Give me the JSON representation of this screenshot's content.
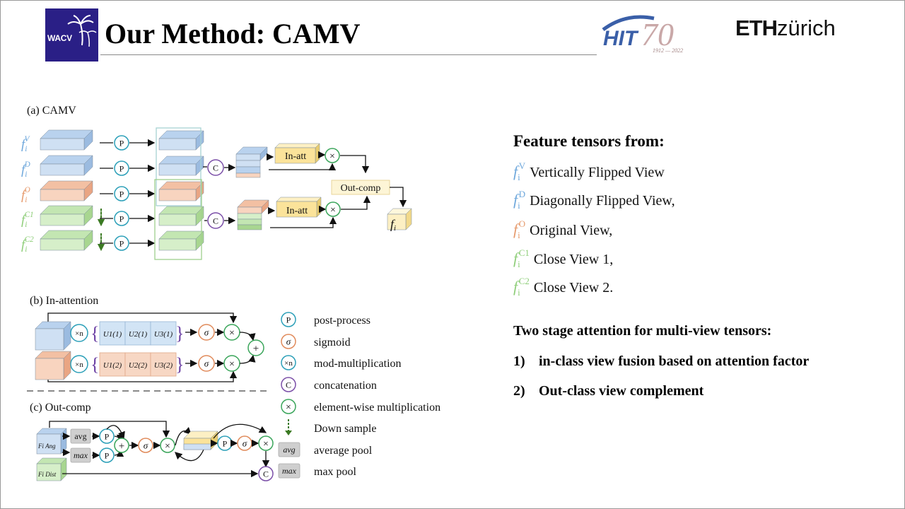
{
  "header": {
    "title": "Our Method: CAMV",
    "wacv_logo_text": "WACV",
    "hit_logo_text": "HIT",
    "hit_logo_years": "1912 — 2022",
    "eth_logo_bold": "ETH",
    "eth_logo_light": "zürich"
  },
  "diagram": {
    "section_a": "(a) CAMV",
    "section_b": "(b) In-attention",
    "section_c": "(c) Out-comp",
    "in_att_label": "In-att",
    "out_comp_label": "Out-comp",
    "output_label": "f",
    "output_sub": "i",
    "rows": [
      {
        "base": "f",
        "sub": "i",
        "sup": "V",
        "color": "#6fa8dc"
      },
      {
        "base": "f",
        "sub": "i",
        "sup": "D",
        "color": "#6fa8dc"
      },
      {
        "base": "f",
        "sub": "i",
        "sup": "O",
        "color": "#e69b6e"
      },
      {
        "base": "f",
        "sub": "i",
        "sup": "C1",
        "color": "#8fce7a"
      },
      {
        "base": "f",
        "sub": "i",
        "sup": "C2",
        "color": "#8fce7a"
      }
    ],
    "symbols": {
      "p": "P",
      "c": "C",
      "sigma": "σ",
      "times": "×",
      "plus": "+",
      "xn": "×n",
      "avg": "avg",
      "max": "max"
    },
    "u_top": [
      "U1(1)",
      "U2(1)",
      "U3(1)"
    ],
    "u_bottom": [
      "U1(2)",
      "U2(2)",
      "U3(2)"
    ],
    "f_ang": "Fi Ang",
    "f_dist": "Fi Dist",
    "legend": [
      {
        "symbol": "P",
        "label": "post-process",
        "icon": "p-circle"
      },
      {
        "symbol": "σ",
        "label": "sigmoid",
        "icon": "sigma-circle"
      },
      {
        "symbol": "×n",
        "label": "mod-multiplication",
        "icon": "mod-mult-circle"
      },
      {
        "symbol": "C",
        "label": "concatenation",
        "icon": "c-circle"
      },
      {
        "symbol": "×",
        "label": "element-wise  multiplication",
        "icon": "times-circle"
      },
      {
        "symbol": "",
        "label": "Down sample",
        "icon": "down-arrow"
      },
      {
        "symbol": "avg",
        "label": "average pool",
        "icon": "avg-box"
      },
      {
        "symbol": "max",
        "label": "max pool",
        "icon": "max-box"
      }
    ]
  },
  "right_panel": {
    "heading": "Feature tensors from:",
    "features": [
      {
        "sym": "f",
        "sub": "i",
        "sup": "V",
        "label": "Vertically Flipped View",
        "color": "#6fa8dc"
      },
      {
        "sym": "f",
        "sub": "i",
        "sup": "D",
        "label": "Diagonally  Flipped View,",
        "color": "#6fa8dc"
      },
      {
        "sym": "f",
        "sub": "i",
        "sup": "O",
        "label": "Original View,",
        "color": "#e69b6e"
      },
      {
        "sym": "f",
        "sub": "i",
        "sup": "C1",
        "label": "Close View 1,",
        "color": "#8fce7a"
      },
      {
        "sym": "f",
        "sub": "i",
        "sup": "C2",
        "label": "Close View 2.",
        "color": "#8fce7a"
      }
    ],
    "stage_heading": "Two stage attention for multi-view tensors:",
    "stages": [
      {
        "num": "1)",
        "text": "in-class view fusion based on attention factor"
      },
      {
        "num": "2)",
        "text": "Out-class view complement"
      }
    ]
  }
}
